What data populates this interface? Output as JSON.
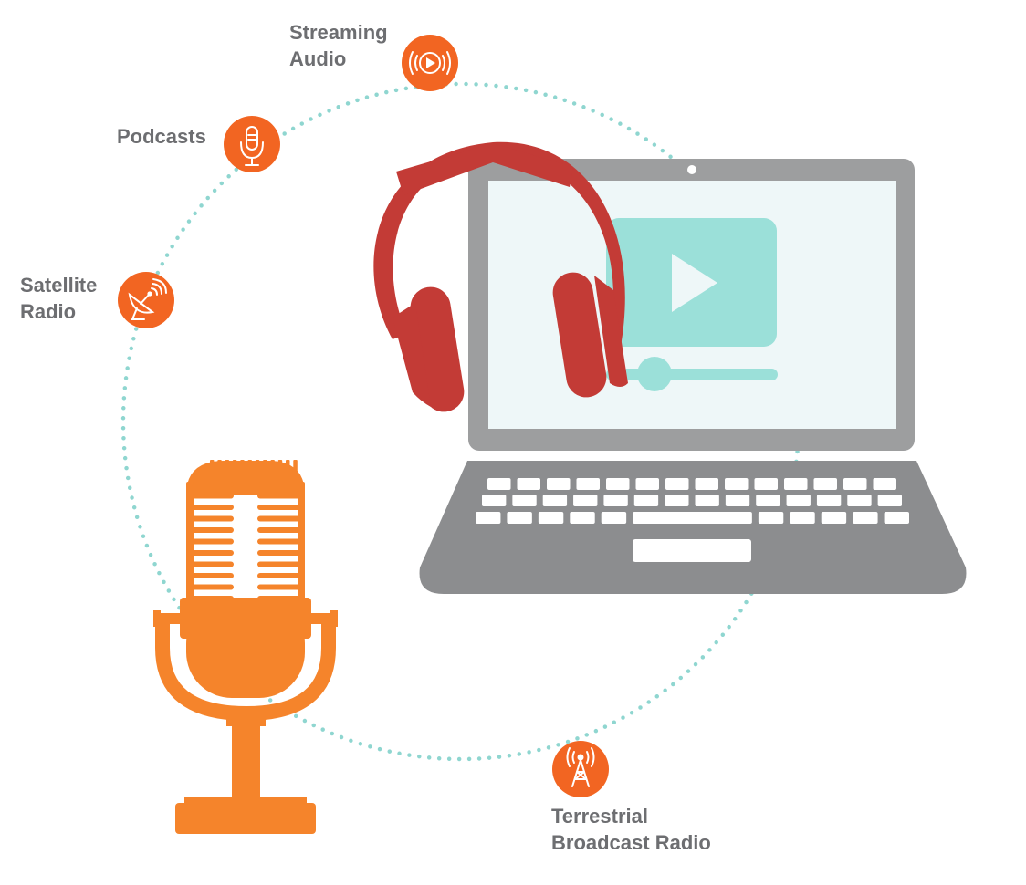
{
  "labels": {
    "streaming": [
      "Streaming",
      "Audio"
    ],
    "podcasts": [
      "Podcasts"
    ],
    "satellite": [
      "Satellite",
      "Radio"
    ],
    "terrestrial": [
      "Terrestrial",
      "Broadcast Radio"
    ]
  },
  "icons": {
    "streaming": "play-waves-icon",
    "podcasts": "microphone-icon",
    "satellite": "satellite-dish-icon",
    "terrestrial": "radio-tower-icon"
  },
  "colors": {
    "accent_orange": "#f26522",
    "mic_orange": "#f5842b",
    "headphones_red": "#c33b36",
    "laptop_gray": "#9d9e9f",
    "laptop_base": "#8c8d8f",
    "screen_bg": "#eef7f8",
    "video_teal": "#9be0d9",
    "dotted_circle": "#8fd6d0",
    "label_gray": "#6d6e71"
  }
}
